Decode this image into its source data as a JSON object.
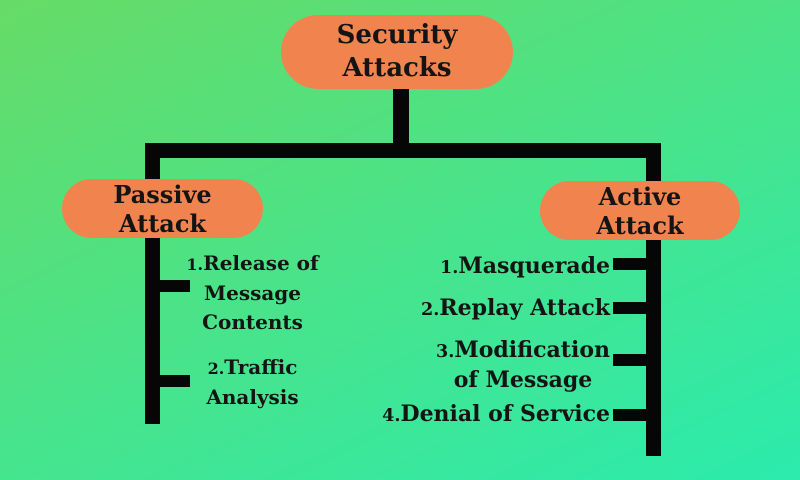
{
  "background": {
    "gradient_start": "#67DB67",
    "gradient_end": "#2BEBAD"
  },
  "colors": {
    "node_fill": "#F0834E",
    "line": "#060606",
    "text": "#141414"
  },
  "root": {
    "label_lines": [
      "Security",
      "Attacks"
    ]
  },
  "branches": {
    "passive": {
      "title_lines": [
        "Passive",
        "Attack"
      ],
      "items": [
        {
          "num": "1.",
          "lines": [
            "Release of",
            "Message",
            "Contents"
          ]
        },
        {
          "num": "2.",
          "lines": [
            "Traffic",
            "Analysis"
          ]
        }
      ]
    },
    "active": {
      "title_lines": [
        "Active",
        "Attack"
      ],
      "items": [
        {
          "num": "1.",
          "label": "Masquerade"
        },
        {
          "num": "2.",
          "label": "Replay Attack"
        },
        {
          "num": "3.",
          "lines": [
            "Modification",
            "of Message"
          ]
        },
        {
          "num": "4.",
          "label": "Denial of Service"
        }
      ]
    }
  }
}
